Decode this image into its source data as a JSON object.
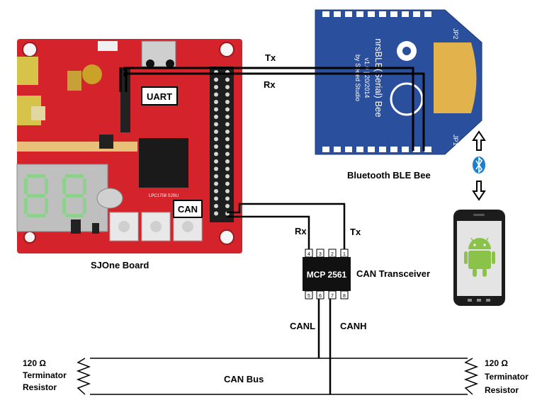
{
  "labels": {
    "tx_top": "Tx",
    "rx_top": "Rx",
    "uart": "UART",
    "can": "CAN",
    "ble_bee": "Bluetooth BLE Bee",
    "sjone": "SJOne Board",
    "rx_can": "Rx",
    "tx_can": "Tx",
    "chip": "MCP 2561",
    "transceiver": "CAN Transceiver",
    "canl": "CANL",
    "canh": "CANH",
    "can_bus": "CAN Bus",
    "term_left": [
      "120 Ω",
      "Terminator",
      "Resistor"
    ],
    "term_right": [
      "120 Ω",
      "Terminator",
      "Resistor"
    ]
  },
  "chip_pins": {
    "top": [
      "4",
      "3",
      "2",
      "1"
    ],
    "bottom": [
      "5",
      "6",
      "7",
      "8"
    ]
  },
  "silkscreen": {
    "bee_text": "nrsBLE(Serial) Bee",
    "bee_version": "v1.0 | 20/2014",
    "bee_maker": "by Seeed Studio",
    "jp2": "JP2",
    "jp1": "JP1",
    "board_chip": "LPC1758 SJSU"
  },
  "icons": [
    "bluetooth-icon",
    "android-icon",
    "up-arrow-icon",
    "down-arrow-icon"
  ],
  "colors": {
    "board_red": "#d4232a",
    "bee_blue": "#2a4f9c",
    "phone_screen": "#e4e4e4",
    "android_green": "#8bc34a",
    "wire": "#000000"
  }
}
